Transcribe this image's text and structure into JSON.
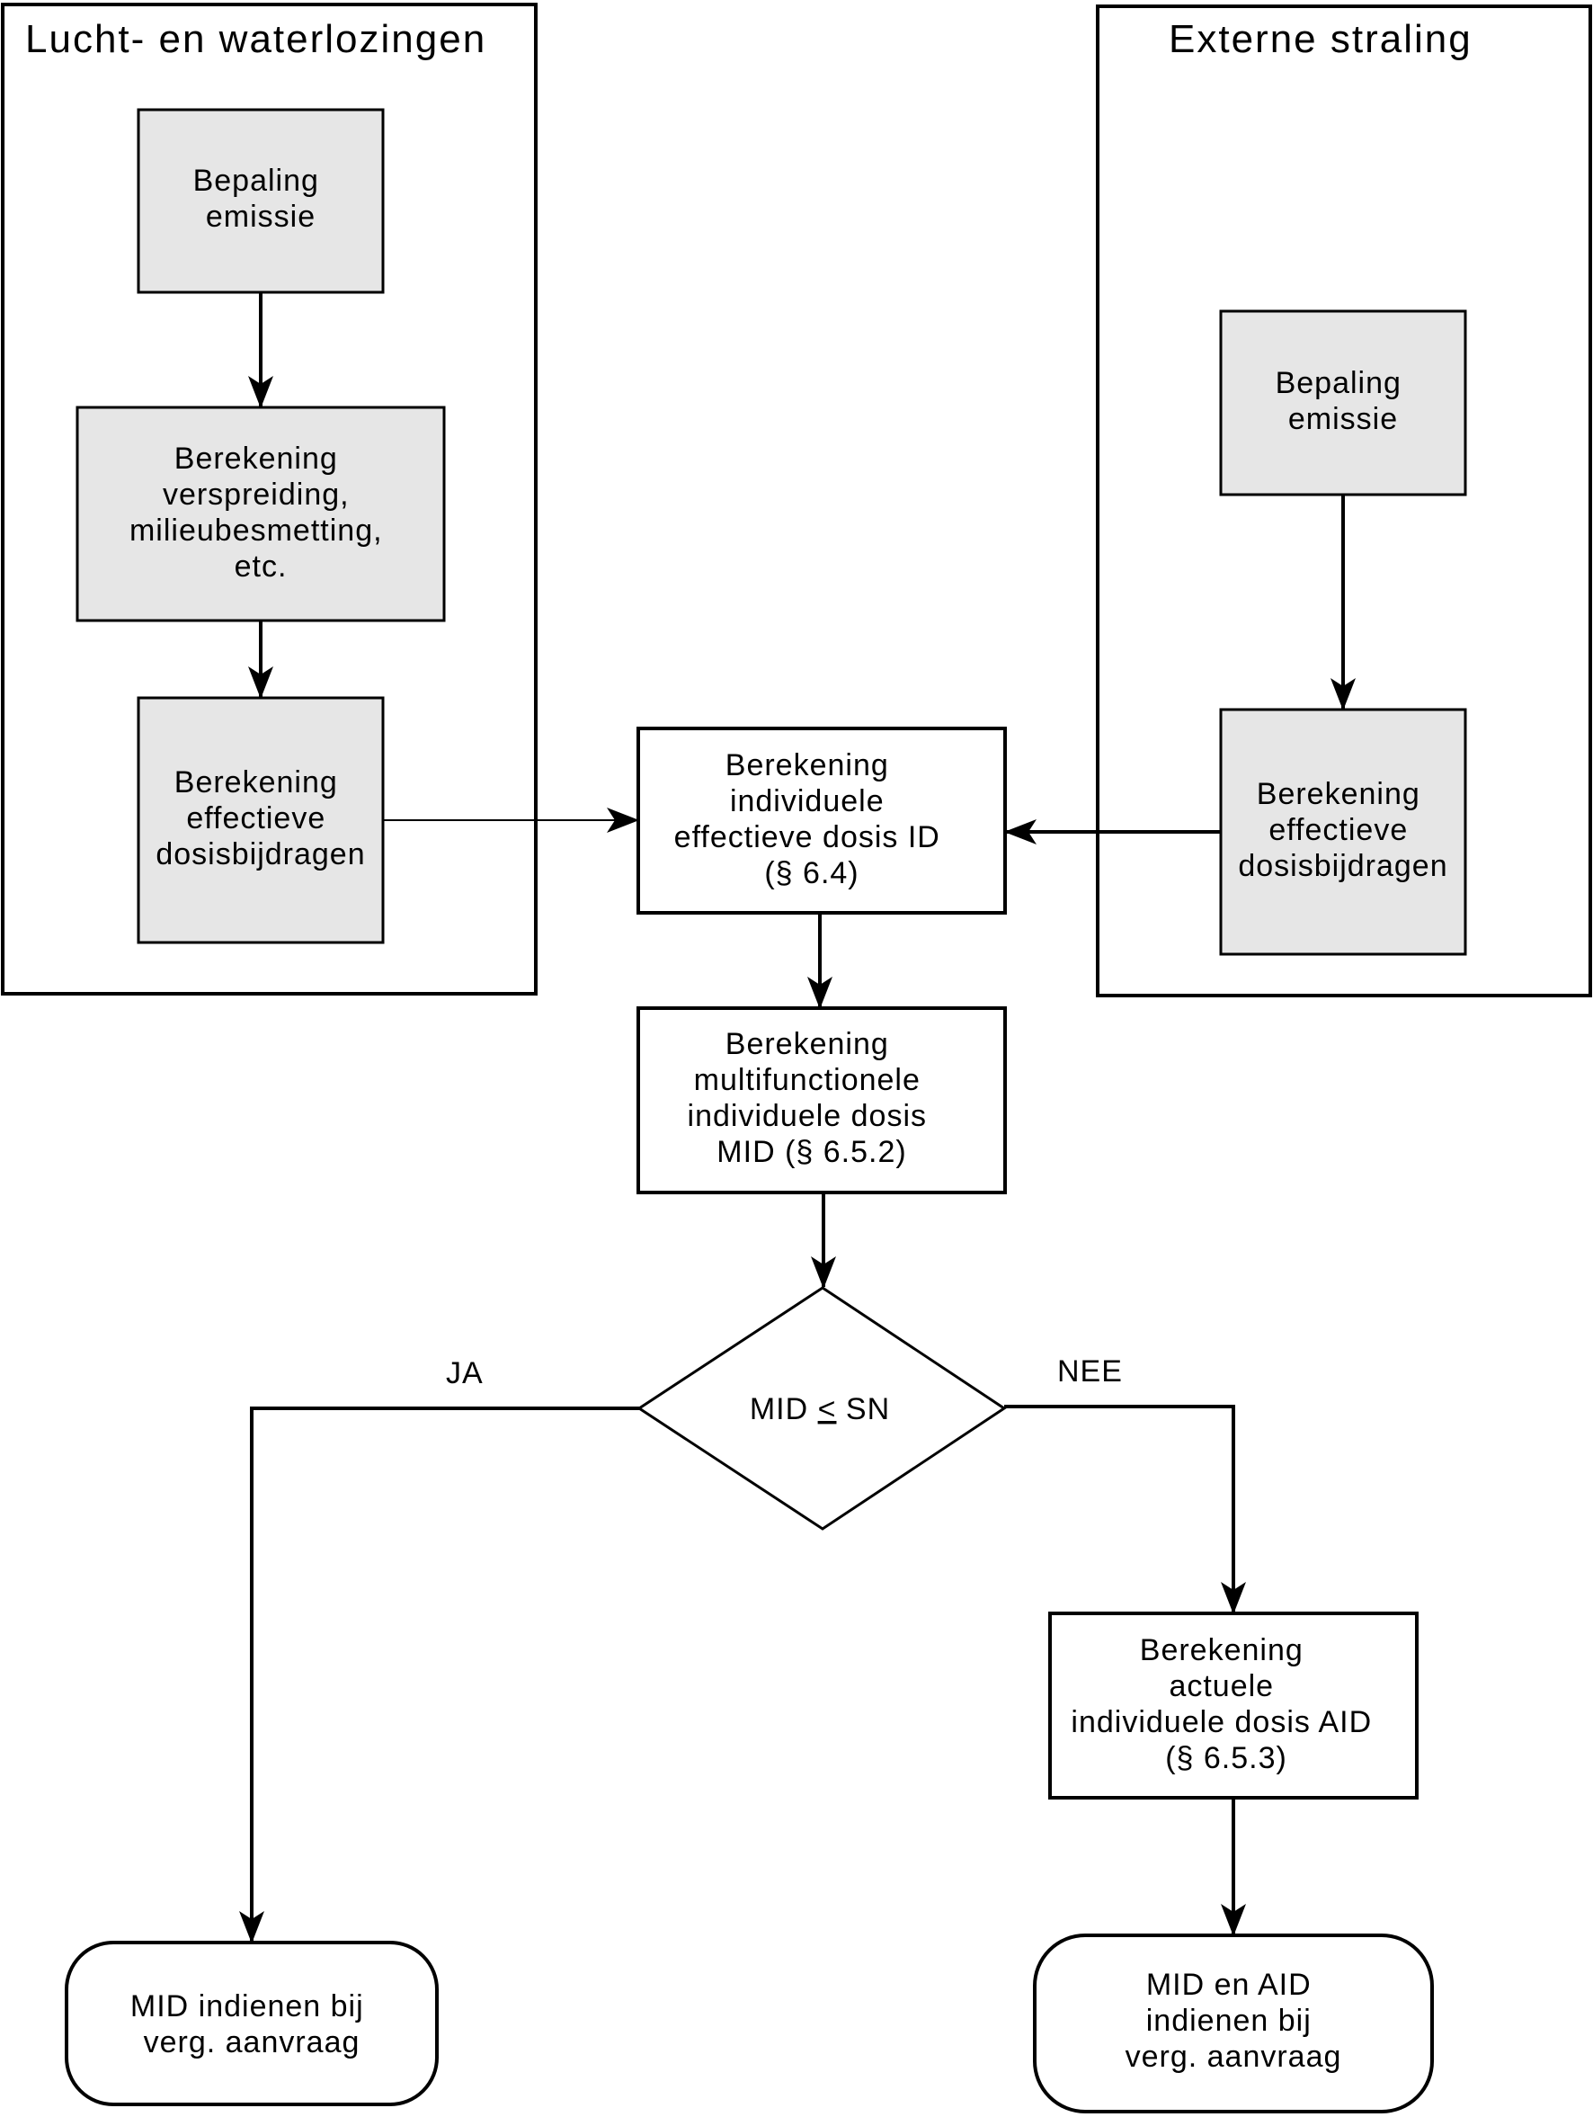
{
  "groups": {
    "left_title": "Lucht- en waterlozingen",
    "right_title": "Externe straling"
  },
  "nodes": {
    "left_emission": [
      "Bepaling",
      "emissie"
    ],
    "left_spread": [
      "Berekening",
      "verspreiding,",
      "milieubesmetting,",
      "etc."
    ],
    "left_dose": [
      "Berekening",
      "effectieve",
      "dosisbijdragen"
    ],
    "right_emission": [
      "Bepaling",
      "emissie"
    ],
    "right_dose": [
      "Berekening",
      "effectieve",
      "dosisbijdragen"
    ],
    "id_calc": [
      "Berekening",
      "individuele",
      "effectieve dosis ID",
      "(§ 6.4)"
    ],
    "mid_calc": [
      "Berekening",
      "multifunctionele",
      "individuele dosis",
      "MID (§ 6.5.2)"
    ],
    "decision": {
      "left": "MID ",
      "symbol": "<",
      "right": " SN"
    },
    "aid_calc": [
      "Berekening",
      "actuele",
      "individuele dosis AID",
      "(§ 6.5.3)"
    ],
    "end_left": [
      "MID indienen bij",
      "verg. aanvraag"
    ],
    "end_right": [
      "MID en  AID",
      "indienen bij",
      "verg. aanvraag"
    ]
  },
  "edge_labels": {
    "yes": "JA",
    "no": "NEE"
  },
  "colors": {
    "shaded_fill": "#e6e6e6",
    "stroke": "#000000",
    "background": "#ffffff"
  }
}
